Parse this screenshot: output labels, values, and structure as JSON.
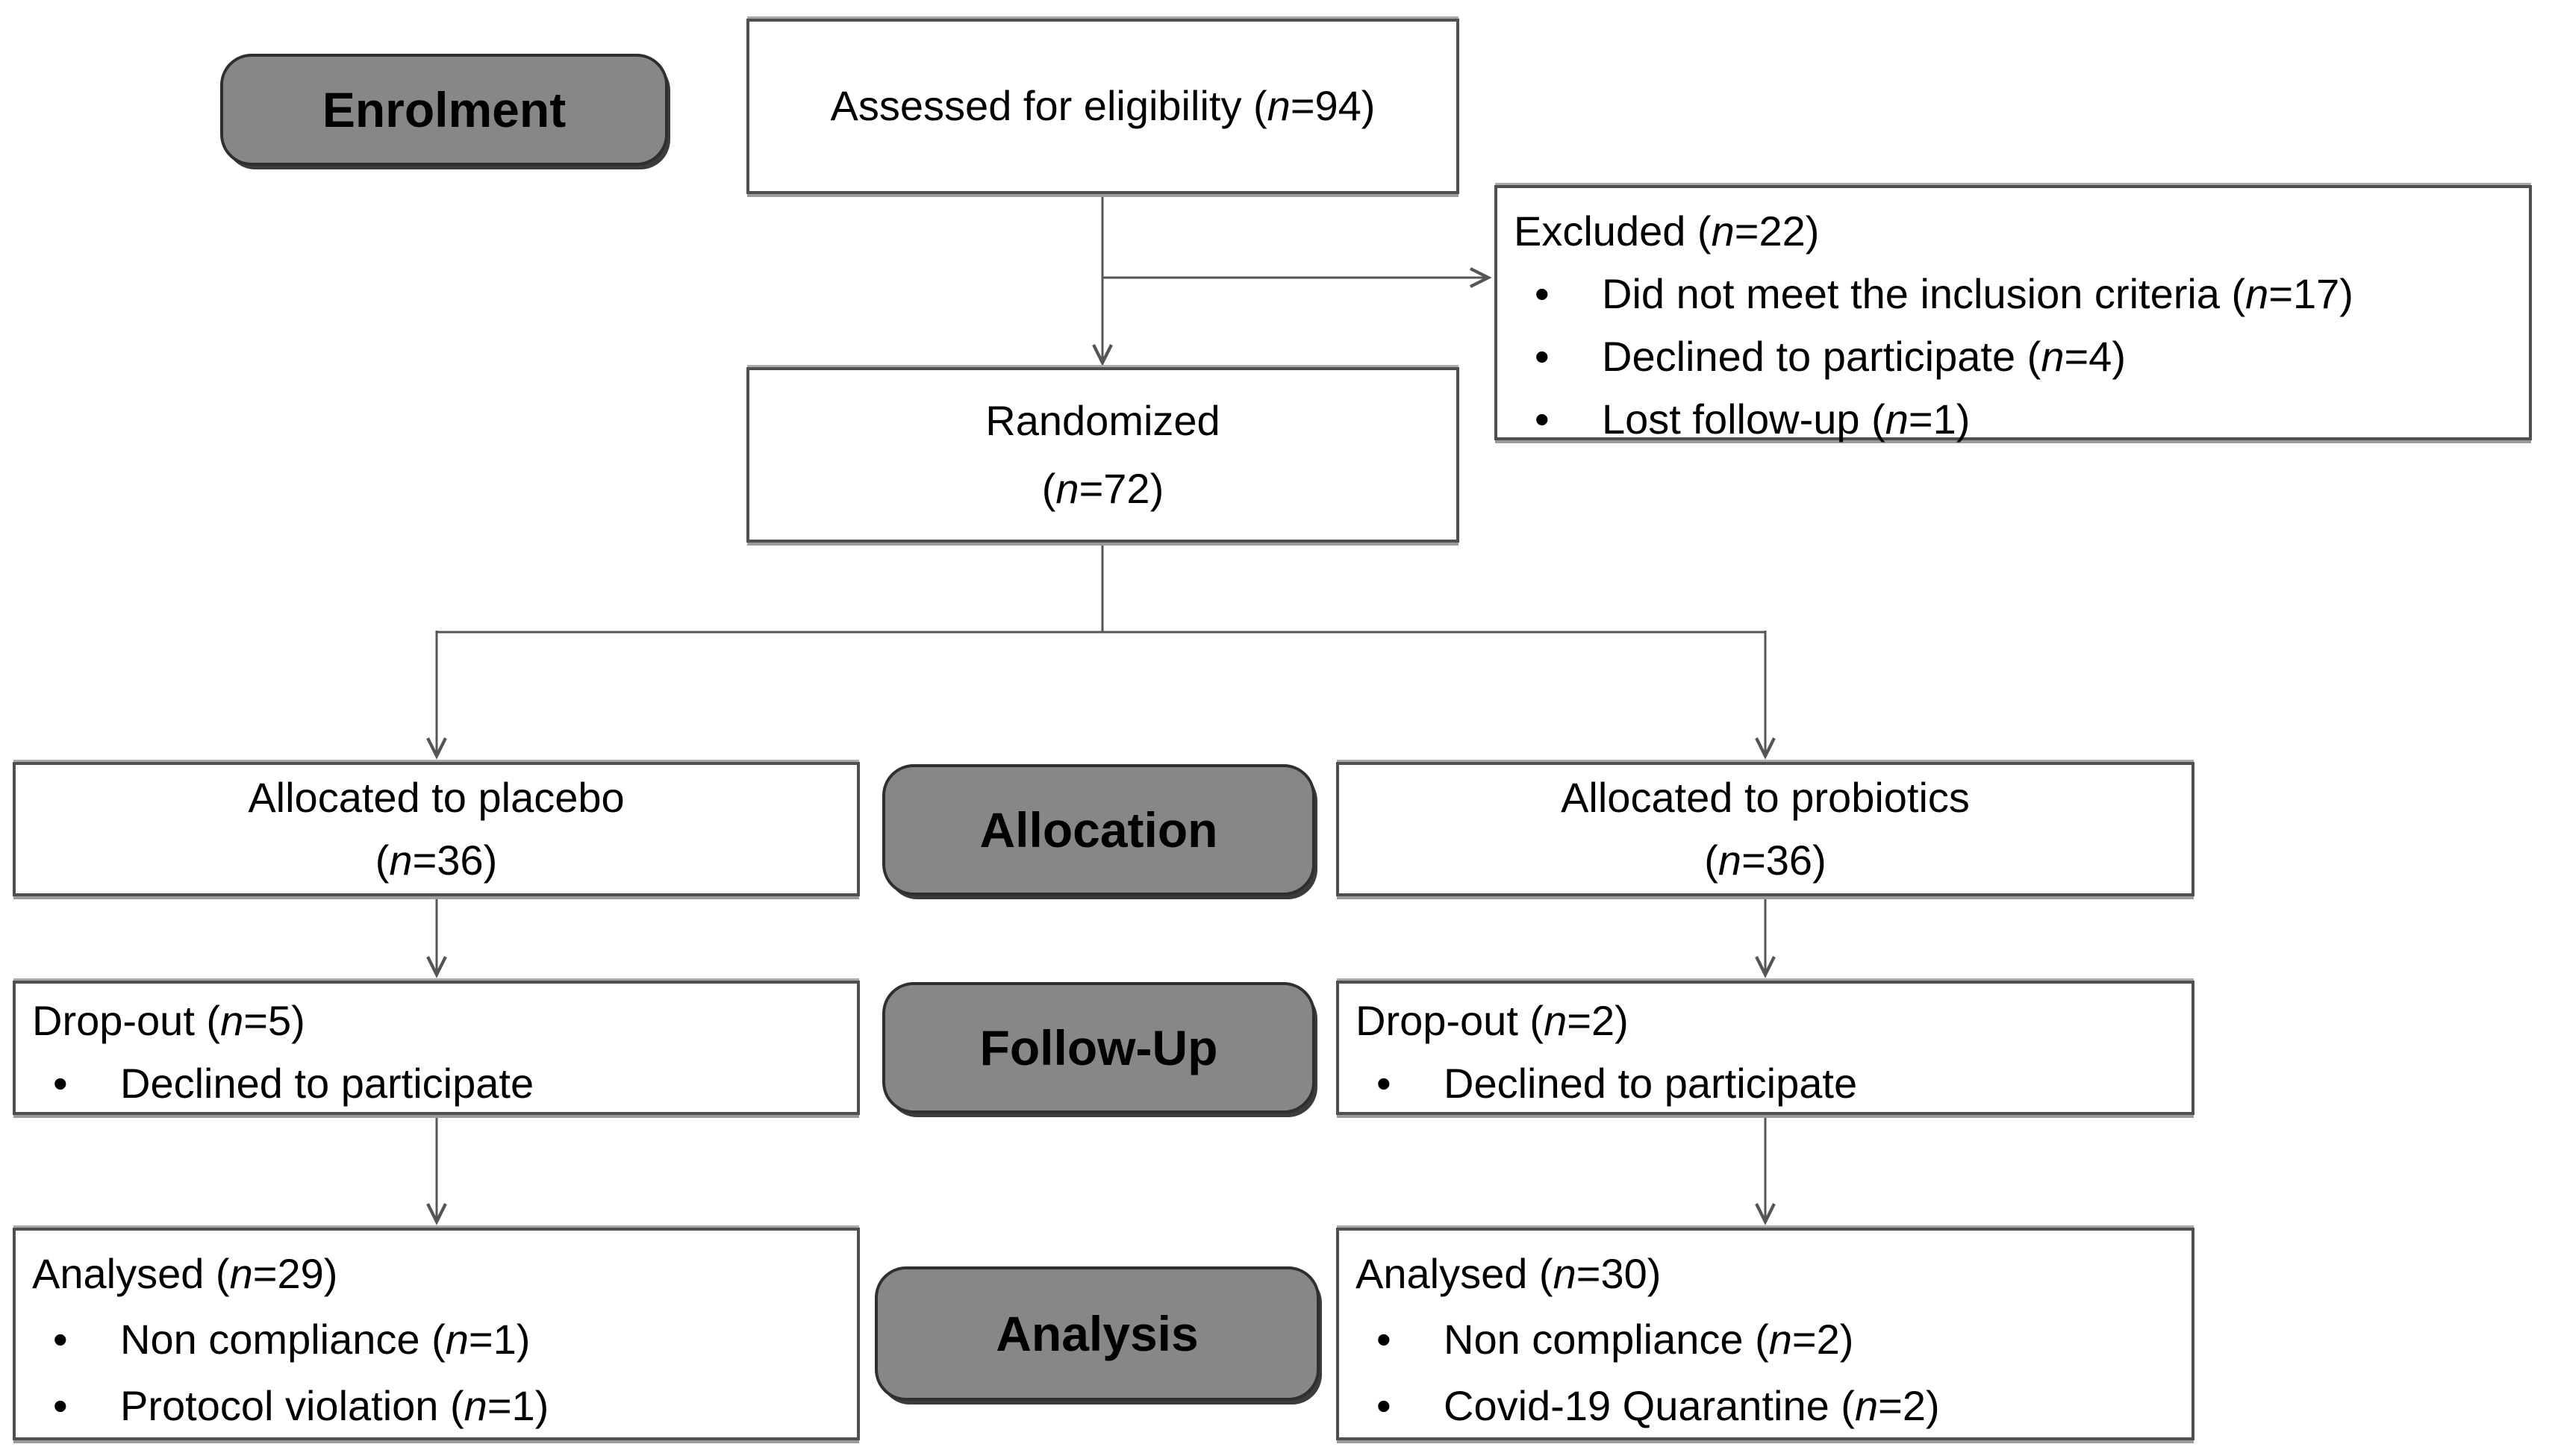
{
  "figure": {
    "phase_labels": {
      "enrolment": "Enrolment",
      "allocation": "Allocation",
      "follow_up": "Follow-Up",
      "analysis": "Analysis"
    },
    "boxes": {
      "assessed": {
        "text": "Assessed for eligibility (n=94)"
      },
      "excluded": {
        "title": "Excluded (n=22)",
        "bullets": [
          "Did not meet the inclusion criteria (n=17)",
          "Declined to participate (n=4)",
          "Lost follow-up (n=1)"
        ]
      },
      "randomized": {
        "line1": "Randomized",
        "line2": "(n=72)"
      },
      "allocated_placebo": {
        "line1": "Allocated to placebo",
        "line2": "(n=36)"
      },
      "allocated_probiotics": {
        "line1": "Allocated to probiotics",
        "line2": "(n=36)"
      },
      "dropout_placebo": {
        "title": "Drop-out (n=5)",
        "bullets": [
          "Declined to participate"
        ]
      },
      "dropout_probiotics": {
        "title": "Drop-out (n=2)",
        "bullets": [
          "Declined to participate"
        ]
      },
      "analysed_placebo": {
        "title": "Analysed (n=29)",
        "bullets": [
          "Non compliance (n=1)",
          "Protocol violation (n=1)"
        ]
      },
      "analysed_probiotics": {
        "title": "Analysed (n=30)",
        "bullets": [
          "Non compliance (n=2)",
          "Covid-19 Quarantine (n=2)"
        ]
      }
    },
    "colors": {
      "phase_fill": "#878787",
      "phase_border": "#2f2f2f",
      "box_border": "#4f4f4f",
      "connector": "#555555",
      "background": "#ffffff",
      "text": "#000000"
    }
  }
}
